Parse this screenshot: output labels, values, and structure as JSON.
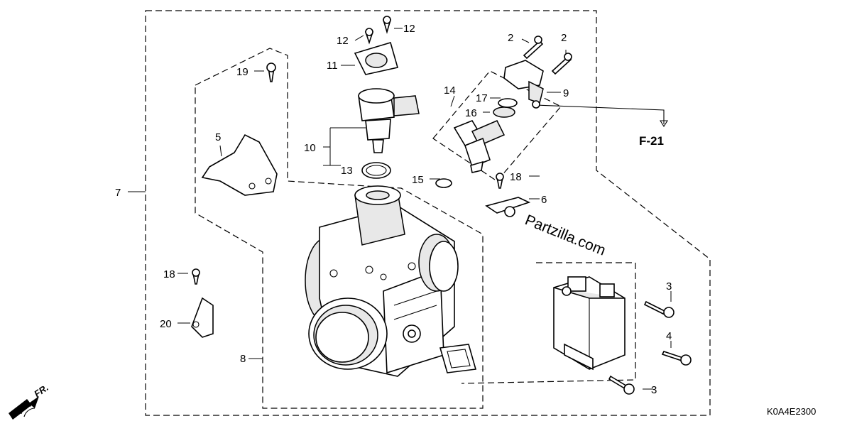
{
  "diagram": {
    "callouts": {
      "c2a": "2",
      "c2b": "2",
      "c3a": "3",
      "c3b": "3",
      "c4": "4",
      "c5": "5",
      "c6": "6",
      "c7": "7",
      "c8": "8",
      "c9": "9",
      "c10": "10",
      "c11": "11",
      "c12a": "12",
      "c12b": "12",
      "c13": "13",
      "c14": "14",
      "c15": "15",
      "c16": "16",
      "c17": "17",
      "c18a": "18",
      "c18b": "18",
      "c19": "19",
      "c20": "20"
    },
    "reference_label": "F-21",
    "diagram_code": "K0A4E2300",
    "direction_label": "FR.",
    "watermark": "Partzilla.com"
  }
}
